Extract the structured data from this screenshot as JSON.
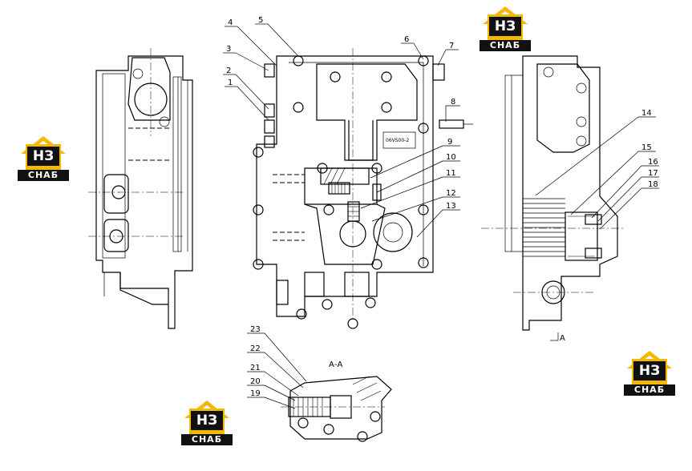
{
  "callouts": [
    "1",
    "2",
    "3",
    "4",
    "5",
    "6",
    "7",
    "8",
    "9",
    "10",
    "11",
    "12",
    "13",
    "14",
    "15",
    "16",
    "17",
    "18",
    "19",
    "20",
    "21",
    "22",
    "23"
  ],
  "section_label": "А-А",
  "section_mark": "А",
  "plate_text": "06VS00-2",
  "logo": {
    "mark": "НЗ",
    "brand": "СНАБ",
    "colors": {
      "roof": "#f5b800",
      "body": "#111111",
      "text": "#ffffff"
    }
  }
}
